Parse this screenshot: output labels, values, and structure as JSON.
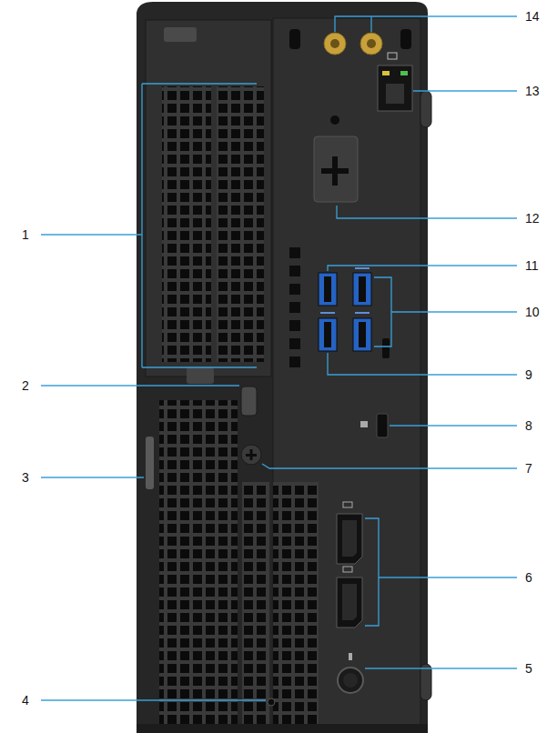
{
  "diagram": {
    "labels": [
      "14",
      "13",
      "12",
      "1",
      "11",
      "10",
      "9",
      "2",
      "8",
      "7",
      "3",
      "6",
      "5",
      "4"
    ]
  }
}
